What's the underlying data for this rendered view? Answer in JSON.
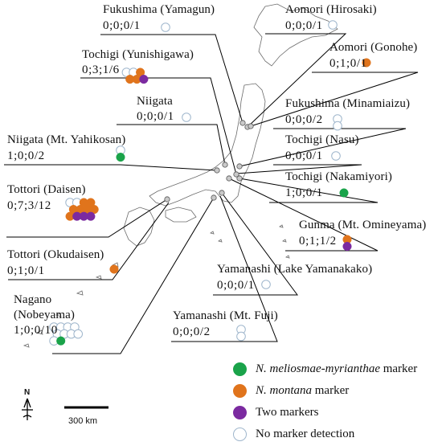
{
  "colors": {
    "meliosmae": "#1aa34a",
    "montana": "#e0741c",
    "two": "#7b2aa0",
    "none_stroke": "#9fb6cc"
  },
  "sites": [
    {
      "name": "Fukushima (Yamagun)",
      "counts": "0;0;0/1"
    },
    {
      "name": "Aomori (Hirosaki)",
      "counts": "0;0;0/1"
    },
    {
      "name": "Tochigi (Yunishigawa)",
      "counts": "0;3;1/6"
    },
    {
      "name": "Aomori (Gonohe)",
      "counts": "0;1;0/1"
    },
    {
      "name": "Niigata",
      "counts": "0;0;0/1"
    },
    {
      "name": "Fukushima (Minamiaizu)",
      "counts": "0;0;0/2"
    },
    {
      "name": "Niigata (Mt. Yahikosan)",
      "counts": "1;0;0/2"
    },
    {
      "name": "Tochigi (Nasu)",
      "counts": "0;0;0/1"
    },
    {
      "name": "Tochigi (Nakamiyori)",
      "counts": "1;0;0/1"
    },
    {
      "name": "Tottori (Daisen)",
      "counts": "0;7;3/12"
    },
    {
      "name": "Gunma (Mt. Omineyama)",
      "counts": "0;1;1/2"
    },
    {
      "name": "Tottori (Okudaisen)",
      "counts": "0;1;0/1"
    },
    {
      "name": "Yamanashi (Lake Yamanakako)",
      "counts": "0;0;0/1"
    },
    {
      "name": "Nagano",
      "name2": "(Nobeyama)",
      "counts": "1;0;0/10"
    },
    {
      "name": "Yamanashi (Mt. Fuji)",
      "counts": "0;0;0/2"
    }
  ],
  "legend": [
    {
      "label_italic": "N. meliosmae-myrianthae",
      "label_rest": " marker",
      "kind": "meliosmae"
    },
    {
      "label_italic": "N. montana",
      "label_rest": " marker",
      "kind": "montana"
    },
    {
      "label_italic": "",
      "label_rest": "Two markers",
      "kind": "two"
    },
    {
      "label_italic": "",
      "label_rest": "No marker detection",
      "kind": "none"
    }
  ],
  "scale": {
    "label": "300 km"
  },
  "north": {
    "label": "N"
  }
}
